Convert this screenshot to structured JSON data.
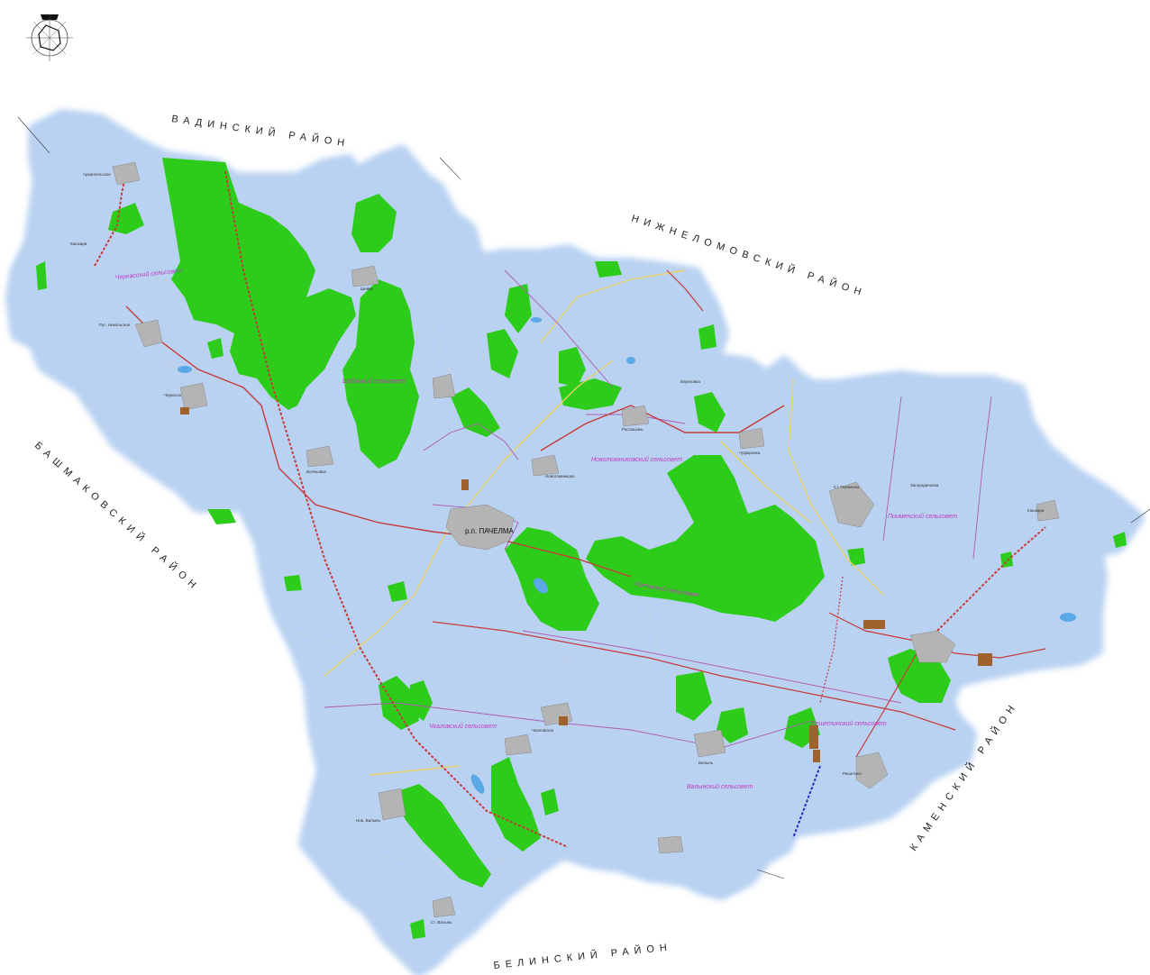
{
  "colors": {
    "forest": "#2ecc1a",
    "boundary_glow": "#b9d2f2",
    "territory": "#ffffff",
    "road_primary": "#c73a3a",
    "road_secondary": "#e8d36a",
    "admin_line": "#b05ab0",
    "water": "#5aa8e6",
    "settlement": "#b4b4b4",
    "industrial": "#a0622d",
    "soviet_label": "#c03cc0"
  },
  "compass": {
    "icon": "compass-rose-icon"
  },
  "neighbor_districts": {
    "north": "ВАДИНСКИЙ РАЙОН",
    "northeast": "НИЖНЕЛОМОВСКИЙ РАЙОН",
    "west": "БАШМАКОВСКИЙ РАЙОН",
    "east": "КАМЕНСКИЙ РАЙОН",
    "south": "БЕЛИНСКИЙ РАЙОН"
  },
  "center_town": "р.п. ПАЧЕЛМА",
  "sel_sovets": [
    "Черкасский сельсовет",
    "Шейнский сельсовет",
    "Новотомниковский сельсовет",
    "Поименский сельсовет",
    "Решетинский сельсовет",
    "Чкаловский сельсовет",
    "Валынский сельсовет",
    "Пановский сельсовет"
  ],
  "villages": [
    "Архангельское",
    "Кашкари",
    "Рус. Никольское",
    "Черкасск",
    "Шейно",
    "Новотомниково",
    "Чуфаровка",
    "Ст. Поименка",
    "Решетино",
    "Чкаловское",
    "Валынь",
    "Нов. Валынь",
    "Ст. Валынь",
    "Кашкари",
    "Волчковка",
    "Рассказань",
    "Березовка",
    "Загородиновка"
  ]
}
